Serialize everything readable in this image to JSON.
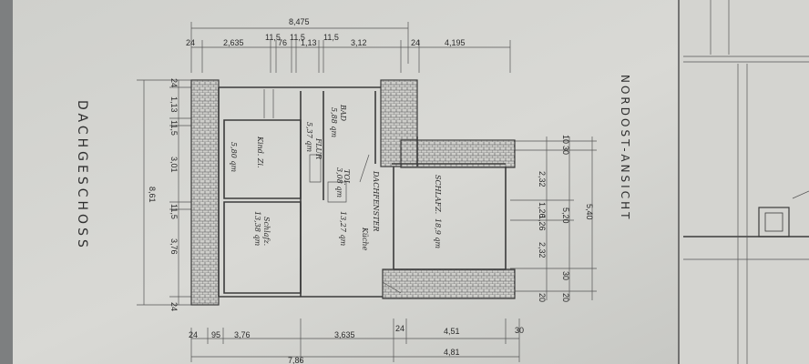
{
  "titles": {
    "left": "DACHGESCHOSS",
    "right": "NORDOST-ANSICHT"
  },
  "dimensions": {
    "top_total": "8,475",
    "top_parts": [
      "24",
      "2,635",
      "11,5",
      "76",
      "11,5",
      "1,13",
      "11,5",
      "3,12",
      "24",
      "4,195"
    ],
    "left_total": "8,61",
    "left_parts": [
      "24",
      "1,13",
      "11,5",
      "3,01",
      "11,5",
      "3,76",
      "24"
    ],
    "right_parts": [
      "10",
      "30",
      "2,32",
      "1,26",
      "1,26",
      "2,32",
      "30",
      "20",
      "20"
    ],
    "right_totals": [
      "5,20",
      "5,40"
    ],
    "bottom_parts": [
      "24",
      "95",
      "3,76",
      "3,635",
      "24",
      "4,51",
      "30"
    ],
    "bottom_totals": [
      "7,86",
      "4,81"
    ]
  },
  "rooms": [
    {
      "name": "Kind. Zi.",
      "area": "5,80 qm"
    },
    {
      "name": "BAD",
      "area": "5,88 qm"
    },
    {
      "name": "FLUR",
      "area": "5,37 qm"
    },
    {
      "name": "Schlafz.",
      "area": "13,38 qm"
    },
    {
      "name": "Küche",
      "area": "13,27 qm"
    },
    {
      "name": "SCHLAFZ.",
      "area": "18,9 qm"
    },
    {
      "name": "TOI.",
      "area": "3,08 qm"
    },
    {
      "name": "DACHFENSTER",
      "area": ""
    }
  ]
}
